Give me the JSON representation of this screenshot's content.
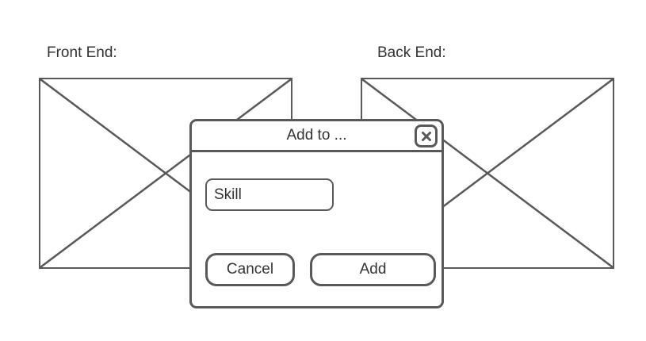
{
  "canvas": {
    "background": "#ffffff",
    "stroke_color": "#595959",
    "text_color": "#333333"
  },
  "annotations": {
    "front_end_label": "Front End:",
    "back_end_label": "Back End:"
  },
  "placeholders": {
    "front_end": "image-placeholder",
    "back_end": "image-placeholder"
  },
  "dialog": {
    "title": "Add to ...",
    "close_icon": "✕",
    "input": {
      "value": "Skill"
    },
    "buttons": {
      "cancel": "Cancel",
      "add": "Add"
    }
  }
}
